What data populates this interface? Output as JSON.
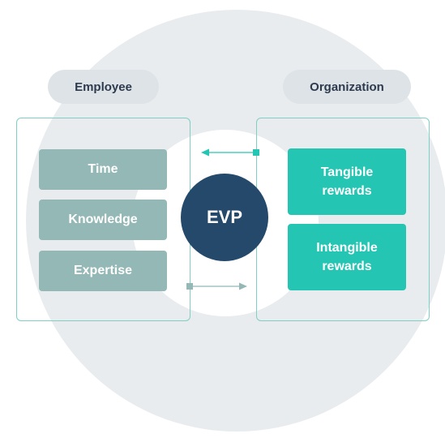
{
  "left_pill": {
    "label": "Employee"
  },
  "right_pill": {
    "label": "Organization"
  },
  "employee_items": [
    "Time",
    "Knowledge",
    "Expertise"
  ],
  "organization_items": [
    {
      "line1": "Tangible",
      "line2": "rewards"
    },
    {
      "line1": "Intangible",
      "line2": "rewards"
    }
  ],
  "center": {
    "label": "EVP"
  },
  "colors": {
    "background_circle": "#e8ecee",
    "pill": "#dde3e6",
    "panel_border": "#7fcfc4",
    "employee_box": "#93b8b6",
    "organization_box": "#24c6b3",
    "evp_circle": "#24496b",
    "arrow_top": "#24c6b3",
    "arrow_bottom": "#93b8b6"
  }
}
